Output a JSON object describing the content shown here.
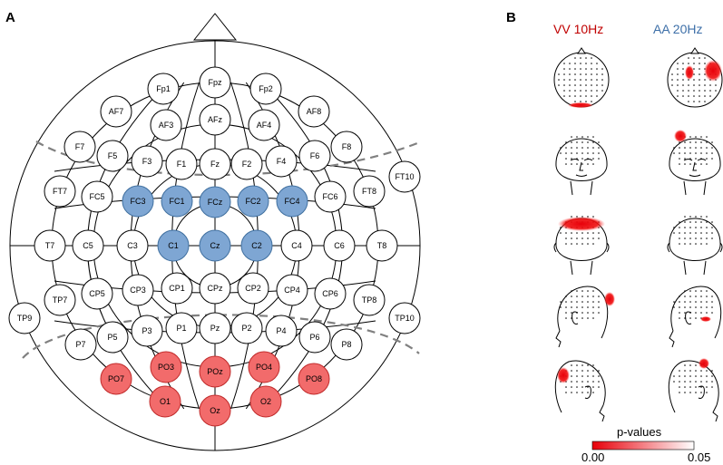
{
  "panels": {
    "a": "A",
    "b": "B"
  },
  "headers": {
    "vv": {
      "label": "VV 10Hz",
      "color": "#c00000"
    },
    "aa": {
      "label": "AA 20Hz",
      "color": "#3d6fa8"
    }
  },
  "colors": {
    "blue_fill": "#7ea6d3",
    "blue_stroke": "#3f6f9f",
    "red_fill": "#f26b6b",
    "red_stroke": "#c02a2a",
    "white_fill": "#ffffff",
    "dashed": "#808080",
    "activation": "#e8000a"
  },
  "electrodes": [
    {
      "id": "Fpz",
      "label": "Fpz",
      "group": "none"
    },
    {
      "id": "Fp1",
      "label": "Fp1",
      "group": "none"
    },
    {
      "id": "Fp2",
      "label": "Fp2",
      "group": "none"
    },
    {
      "id": "AF7",
      "label": "AF7",
      "group": "none"
    },
    {
      "id": "AF3",
      "label": "AF3",
      "group": "none"
    },
    {
      "id": "AFz",
      "label": "AFz",
      "group": "none"
    },
    {
      "id": "AF4",
      "label": "AF4",
      "group": "none"
    },
    {
      "id": "AF8",
      "label": "AF8",
      "group": "none"
    },
    {
      "id": "F7",
      "label": "F7",
      "group": "none"
    },
    {
      "id": "F5",
      "label": "F5",
      "group": "none"
    },
    {
      "id": "F3",
      "label": "F3",
      "group": "none"
    },
    {
      "id": "F1",
      "label": "F1",
      "group": "none"
    },
    {
      "id": "Fz",
      "label": "Fz",
      "group": "none"
    },
    {
      "id": "F2",
      "label": "F2",
      "group": "none"
    },
    {
      "id": "F4",
      "label": "F4",
      "group": "none"
    },
    {
      "id": "F6",
      "label": "F6",
      "group": "none"
    },
    {
      "id": "F8",
      "label": "F8",
      "group": "none"
    },
    {
      "id": "FT10",
      "label": "FT10",
      "group": "none"
    },
    {
      "id": "FT7",
      "label": "FT7",
      "group": "none"
    },
    {
      "id": "FC5",
      "label": "FC5",
      "group": "none"
    },
    {
      "id": "FC3",
      "label": "FC3",
      "group": "blue"
    },
    {
      "id": "FC1",
      "label": "FC1",
      "group": "blue"
    },
    {
      "id": "FCz",
      "label": "FCz",
      "group": "blue"
    },
    {
      "id": "FC2",
      "label": "FC2",
      "group": "blue"
    },
    {
      "id": "FC4",
      "label": "FC4",
      "group": "blue"
    },
    {
      "id": "FC6",
      "label": "FC6",
      "group": "none"
    },
    {
      "id": "FT8",
      "label": "FT8",
      "group": "none"
    },
    {
      "id": "T7",
      "label": "T7",
      "group": "none"
    },
    {
      "id": "C5",
      "label": "C5",
      "group": "none"
    },
    {
      "id": "C3",
      "label": "C3",
      "group": "none"
    },
    {
      "id": "C1",
      "label": "C1",
      "group": "blue"
    },
    {
      "id": "Cz",
      "label": "Cz",
      "group": "blue"
    },
    {
      "id": "C2",
      "label": "C2",
      "group": "blue"
    },
    {
      "id": "C4",
      "label": "C4",
      "group": "none"
    },
    {
      "id": "C6",
      "label": "C6",
      "group": "none"
    },
    {
      "id": "T8",
      "label": "T8",
      "group": "none"
    },
    {
      "id": "TP7",
      "label": "TP7",
      "group": "none"
    },
    {
      "id": "CP5",
      "label": "CP5",
      "group": "none"
    },
    {
      "id": "CP3",
      "label": "CP3",
      "group": "none"
    },
    {
      "id": "CP1",
      "label": "CP1",
      "group": "none"
    },
    {
      "id": "CPz",
      "label": "CPz",
      "group": "none"
    },
    {
      "id": "CP2",
      "label": "CP2",
      "group": "none"
    },
    {
      "id": "CP4",
      "label": "CP4",
      "group": "none"
    },
    {
      "id": "CP6",
      "label": "CP6",
      "group": "none"
    },
    {
      "id": "TP8",
      "label": "TP8",
      "group": "none"
    },
    {
      "id": "TP9",
      "label": "TP9",
      "group": "none"
    },
    {
      "id": "TP10",
      "label": "TP10",
      "group": "none"
    },
    {
      "id": "P7",
      "label": "P7",
      "group": "none"
    },
    {
      "id": "P5",
      "label": "P5",
      "group": "none"
    },
    {
      "id": "P3",
      "label": "P3",
      "group": "none"
    },
    {
      "id": "P1",
      "label": "P1",
      "group": "none"
    },
    {
      "id": "Pz",
      "label": "Pz",
      "group": "none"
    },
    {
      "id": "P2",
      "label": "P2",
      "group": "none"
    },
    {
      "id": "P4",
      "label": "P4",
      "group": "none"
    },
    {
      "id": "P6",
      "label": "P6",
      "group": "none"
    },
    {
      "id": "P8",
      "label": "P8",
      "group": "none"
    },
    {
      "id": "PO7",
      "label": "PO7",
      "group": "red"
    },
    {
      "id": "PO3",
      "label": "PO3",
      "group": "red"
    },
    {
      "id": "POz",
      "label": "POz",
      "group": "red"
    },
    {
      "id": "PO4",
      "label": "PO4",
      "group": "red"
    },
    {
      "id": "PO8",
      "label": "PO8",
      "group": "red"
    },
    {
      "id": "O1",
      "label": "O1",
      "group": "red"
    },
    {
      "id": "Oz",
      "label": "Oz",
      "group": "red"
    },
    {
      "id": "O2",
      "label": "O2",
      "group": "red"
    }
  ],
  "head_views": [
    "top",
    "front",
    "back",
    "right",
    "left"
  ],
  "colorbar": {
    "title": "p-values",
    "min_label": "0.00",
    "max_label": "0.05",
    "min_color": "#e8000a",
    "max_color": "#ffffff"
  }
}
